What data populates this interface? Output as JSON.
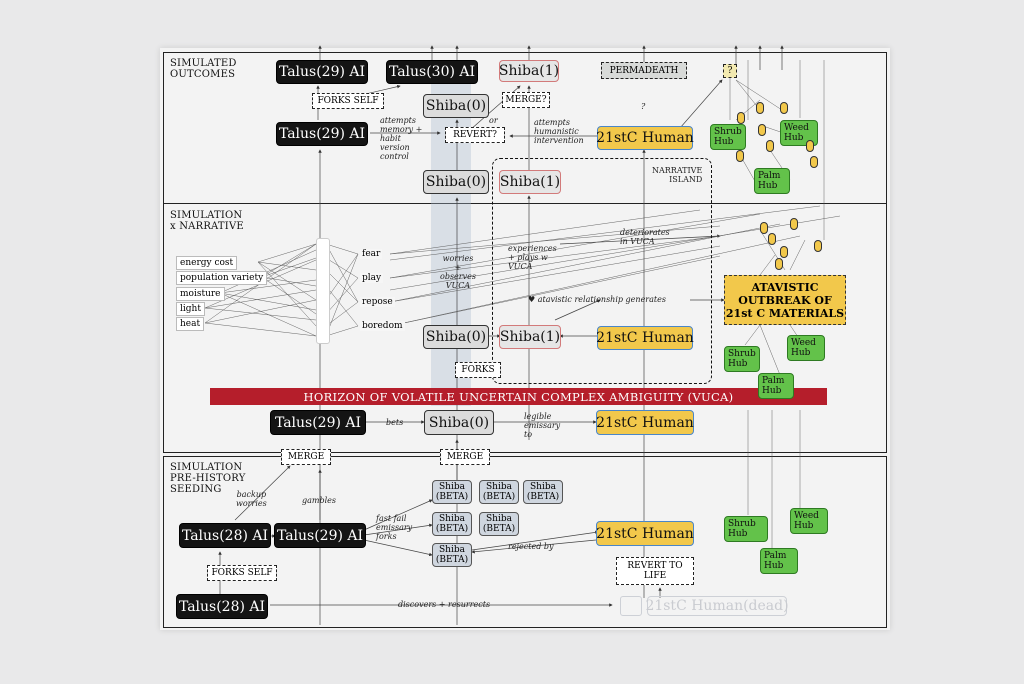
{
  "bands": {
    "outcomes": "SIMULATED\nOUTCOMES",
    "narrative": "SIMULATION\nx NARRATIVE",
    "prehistory": "SIMULATION\nPRE-HISTORY\nSEEDING"
  },
  "nodes": {
    "talus29_top": "Talus(29) AI",
    "talus30": "Talus(30) AI",
    "talus29_mid": "Talus(29) AI",
    "talus29_vuca": "Talus(29) AI",
    "talus28_a": "Talus(28) AI",
    "talus29_b": "Talus(29) AI",
    "talus28_bottom": "Talus(28) AI",
    "shiba1_top": "Shiba(1)",
    "shiba0_top": "Shiba(0)",
    "shiba0_mid": "Shiba(0)",
    "shiba1_mid": "Shiba(1)",
    "shiba0_narr": "Shiba(0)",
    "shiba1_narr": "Shiba(1)",
    "shiba0_vuca": "Shiba(0)",
    "human_top": "21stC Human",
    "human_narr": "21stC Human",
    "human_vuca": "21stC Human",
    "human_pre": "21stC Human",
    "human_dead": "21stC Human(dead)",
    "beta": [
      "Shiba",
      "(BETA)"
    ]
  },
  "tags": {
    "forks_self_top": "FORKS SELF",
    "merge_q": "MERGE?",
    "revert_q": "REVERT?",
    "permadeath": "PERMADEATH",
    "question": "?",
    "forks": "FORKS",
    "merge_left": "MERGE",
    "merge_right": "MERGE",
    "forks_self_bottom": "FORKS SELF",
    "revert_to_life": "REVERT TO\nLIFE",
    "narrative_island": "NARRATIVE\nISLAND"
  },
  "notes": {
    "memory": "attempts\nmemory +\nhabit\nversion\ncontrol",
    "or": "or",
    "humanistic": "attempts\nhumanistic\nintervention",
    "q_mark": "?",
    "deteriorates": "deteriorates\nin VUCA",
    "experiences": "experiences\n+ plays w\nVUCA",
    "worries": "worries\n+\nobserves\nVUCA",
    "atavistic_rel": "♥ atavistic relationship generates",
    "bets": "bets",
    "emissary": "legible\nemissary\nto",
    "backup": "backup\nworries",
    "gambles": "gambles",
    "fastfail": "fast fail\nemissary\nforks",
    "rejected": "rejected by",
    "discovers": "discovers + resurrects"
  },
  "inputs": [
    "energy cost",
    "population variety",
    "moisture",
    "light",
    "heat"
  ],
  "emotions": [
    "fear",
    "play",
    "repose",
    "boredom"
  ],
  "vuca": "HORIZON OF VOLATILE UNCERTAIN COMPLEX AMBIGUITY (VUCA)",
  "atavistic": "ATAVISTIC\nOUTBREAK OF\n21st C MATERIALS",
  "hubs": {
    "shrub": "Shrub\nHub",
    "weed": "Weed\nHub",
    "palm": "Palm\nHub"
  },
  "colors": {
    "talus": "#141414",
    "shiba": "#dcdcdc",
    "human": "#f2c84b",
    "vuca": "#b51e2b",
    "hub": "#63c24a"
  }
}
